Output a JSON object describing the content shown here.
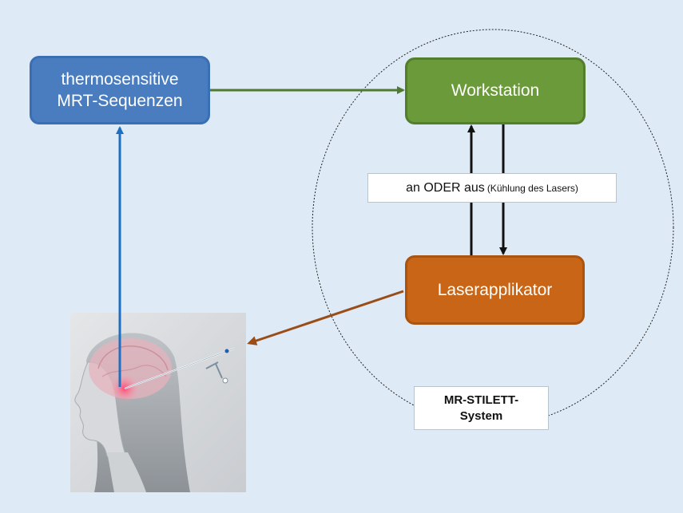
{
  "diagram": {
    "nodes": {
      "mrt_sequences": "thermosensitive\nMRT-Sequenzen",
      "workstation": "Workstation",
      "laser_applicator": "Laserapplikator"
    },
    "signal_label": {
      "main": "an ODER aus",
      "detail": "(Kühlung des Lasers)"
    },
    "system_label": "MR-STILETT-\nSystem"
  },
  "colors": {
    "background": "#deeaf6",
    "mrt_box": "#4a7dc0",
    "workstation_box": "#6b9a3a",
    "laser_box": "#c96516",
    "arrow_blue": "#1f6fc0",
    "arrow_green": "#4f7a30",
    "arrow_brown": "#9a4d17",
    "arrow_black": "#111111"
  },
  "icons": {
    "patient": "patient-head-with-laser-probe-image"
  }
}
